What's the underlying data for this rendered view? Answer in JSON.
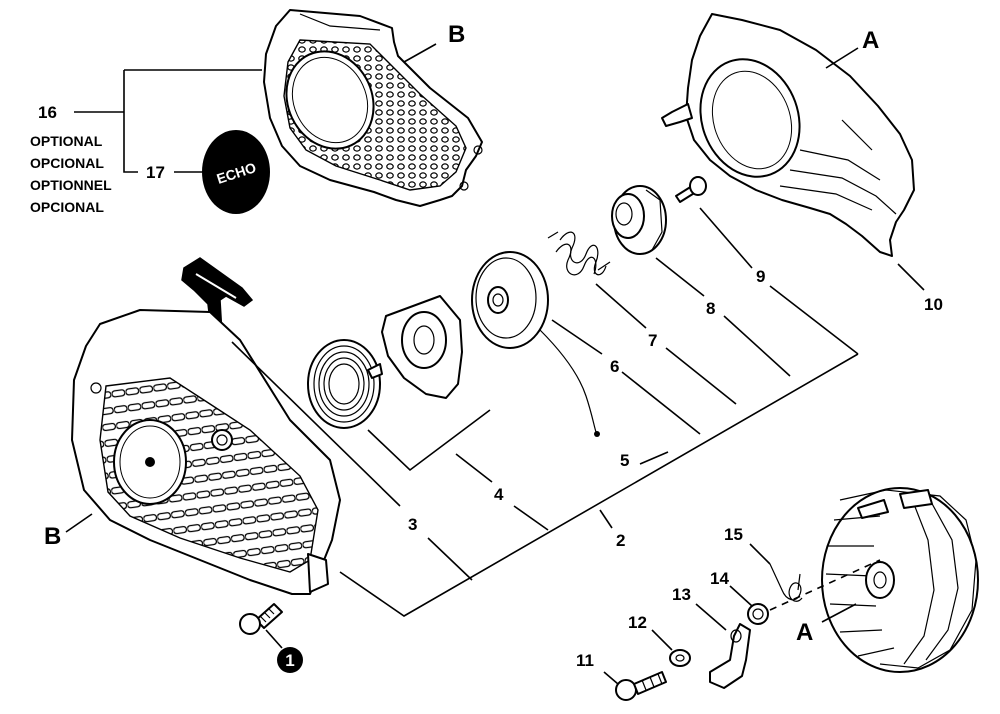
{
  "callouts": {
    "n1": "1",
    "n2": "2",
    "n3": "3",
    "n4": "4",
    "n5": "5",
    "n6": "6",
    "n7": "7",
    "n8": "8",
    "n9": "9",
    "n10": "10",
    "n11": "11",
    "n12": "12",
    "n13": "13",
    "n14": "14",
    "n15": "15",
    "n16": "16",
    "n17": "17"
  },
  "letters": {
    "b_top": "B",
    "a_top": "A",
    "b_left": "B",
    "a_bottom": "A"
  },
  "optional_text": [
    "OPTIONAL",
    "OPCIONAL",
    "OPTIONNEL",
    "OPCIONAL"
  ],
  "badge_text": "ECHO"
}
